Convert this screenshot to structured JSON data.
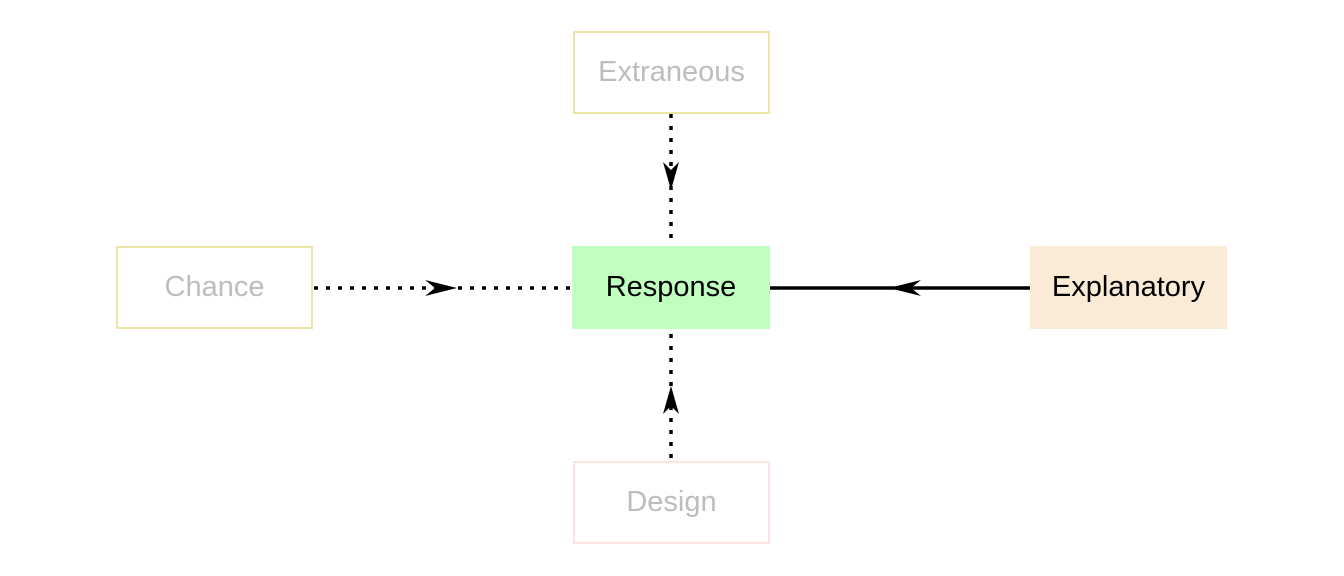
{
  "diagram": {
    "nodes": {
      "extraneous": {
        "label": "Extraneous",
        "border_color": "#ece4a6"
      },
      "chance": {
        "label": "Chance",
        "border_color": "#ece4a6"
      },
      "response": {
        "label": "Response",
        "fill_color": "#c1ffc1"
      },
      "explanatory": {
        "label": "Explanatory",
        "fill_color": "#faebd7"
      },
      "design": {
        "label": "Design",
        "border_color": "#fde2e2"
      }
    },
    "edges": [
      {
        "from": "extraneous",
        "to": "response",
        "style": "dotted"
      },
      {
        "from": "chance",
        "to": "response",
        "style": "dotted"
      },
      {
        "from": "design",
        "to": "response",
        "style": "dotted"
      },
      {
        "from": "explanatory",
        "to": "response",
        "style": "solid"
      }
    ]
  }
}
